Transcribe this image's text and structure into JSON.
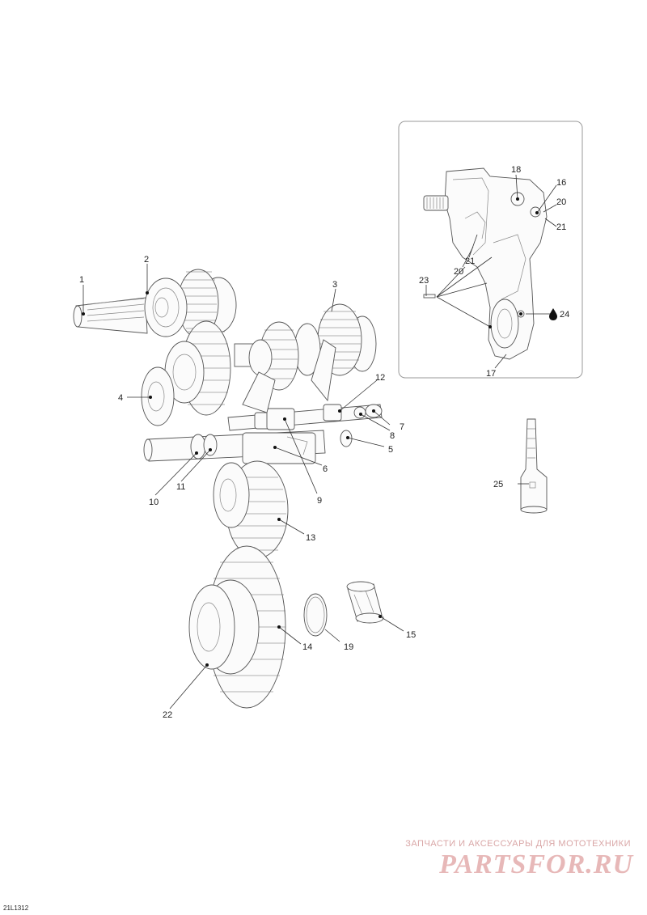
{
  "callouts": {
    "c1": "1",
    "c2": "2",
    "c3": "3",
    "c4": "4",
    "c5": "5",
    "c6": "6",
    "c7": "7",
    "c8": "8",
    "c9": "9",
    "c10": "10",
    "c11": "11",
    "c12": "12",
    "c13": "13",
    "c14": "14",
    "c15": "15",
    "c16": "16",
    "c17": "17",
    "c18": "18",
    "c19": "19",
    "c20a": "20",
    "c20b": "20",
    "c21a": "21",
    "c21b": "21",
    "c22": "22",
    "c23": "23",
    "c24": "24",
    "c25": "25"
  },
  "figure_code": "21L1312",
  "watermark": {
    "tagline": "ЗАПЧАСТИ И АКСЕССУАРЫ ДЛЯ МОТОТЕХНИКИ",
    "logo": "PARTSFOR.RU"
  },
  "icons": {
    "oil": "oil-drop-icon"
  }
}
